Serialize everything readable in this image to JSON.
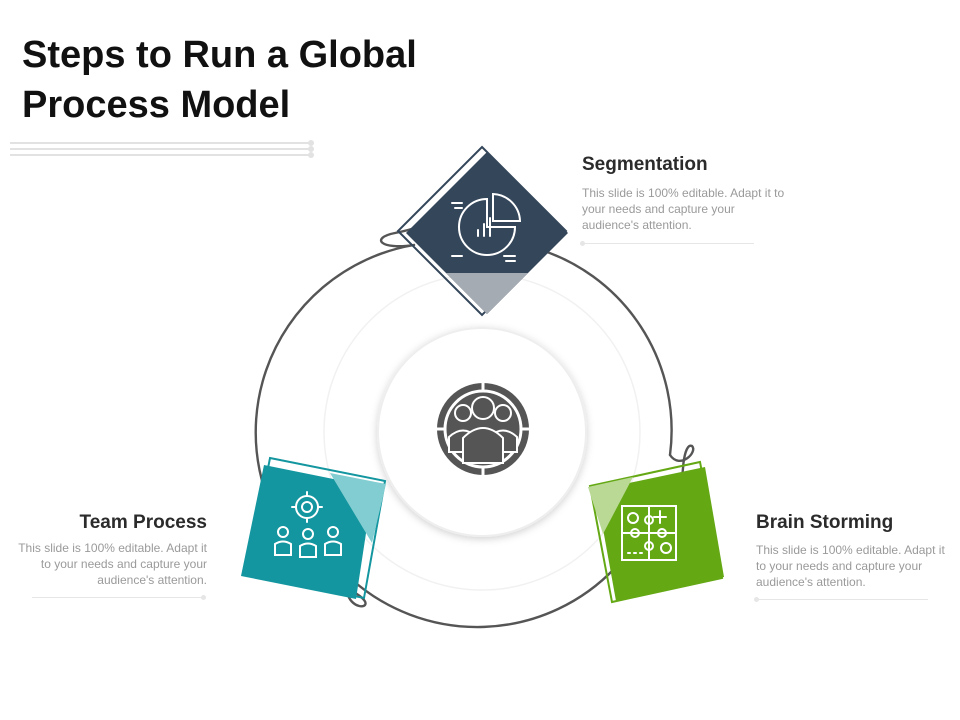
{
  "title": "Steps to Run a Global Process Model",
  "colors": {
    "segmentation": "#34465a",
    "team_process": "#13969f",
    "brain_storming": "#64a814",
    "ring": "#555555",
    "center_icon": "#555555"
  },
  "steps": [
    {
      "title": "Segmentation",
      "description": "This slide is 100% editable. Adapt it to your needs and capture your audience's attention.",
      "icon": "pie-chart-analytics-icon"
    },
    {
      "title": "Team Process",
      "description": "This slide is 100% editable. Adapt it to your needs and capture your audience's attention.",
      "icon": "team-gear-icon"
    },
    {
      "title": "Brain Storming",
      "description": "This slide is 100% editable. Adapt it to your needs and capture your audience's attention.",
      "icon": "puzzle-icon"
    }
  ],
  "center": {
    "icon": "global-team-icon"
  }
}
